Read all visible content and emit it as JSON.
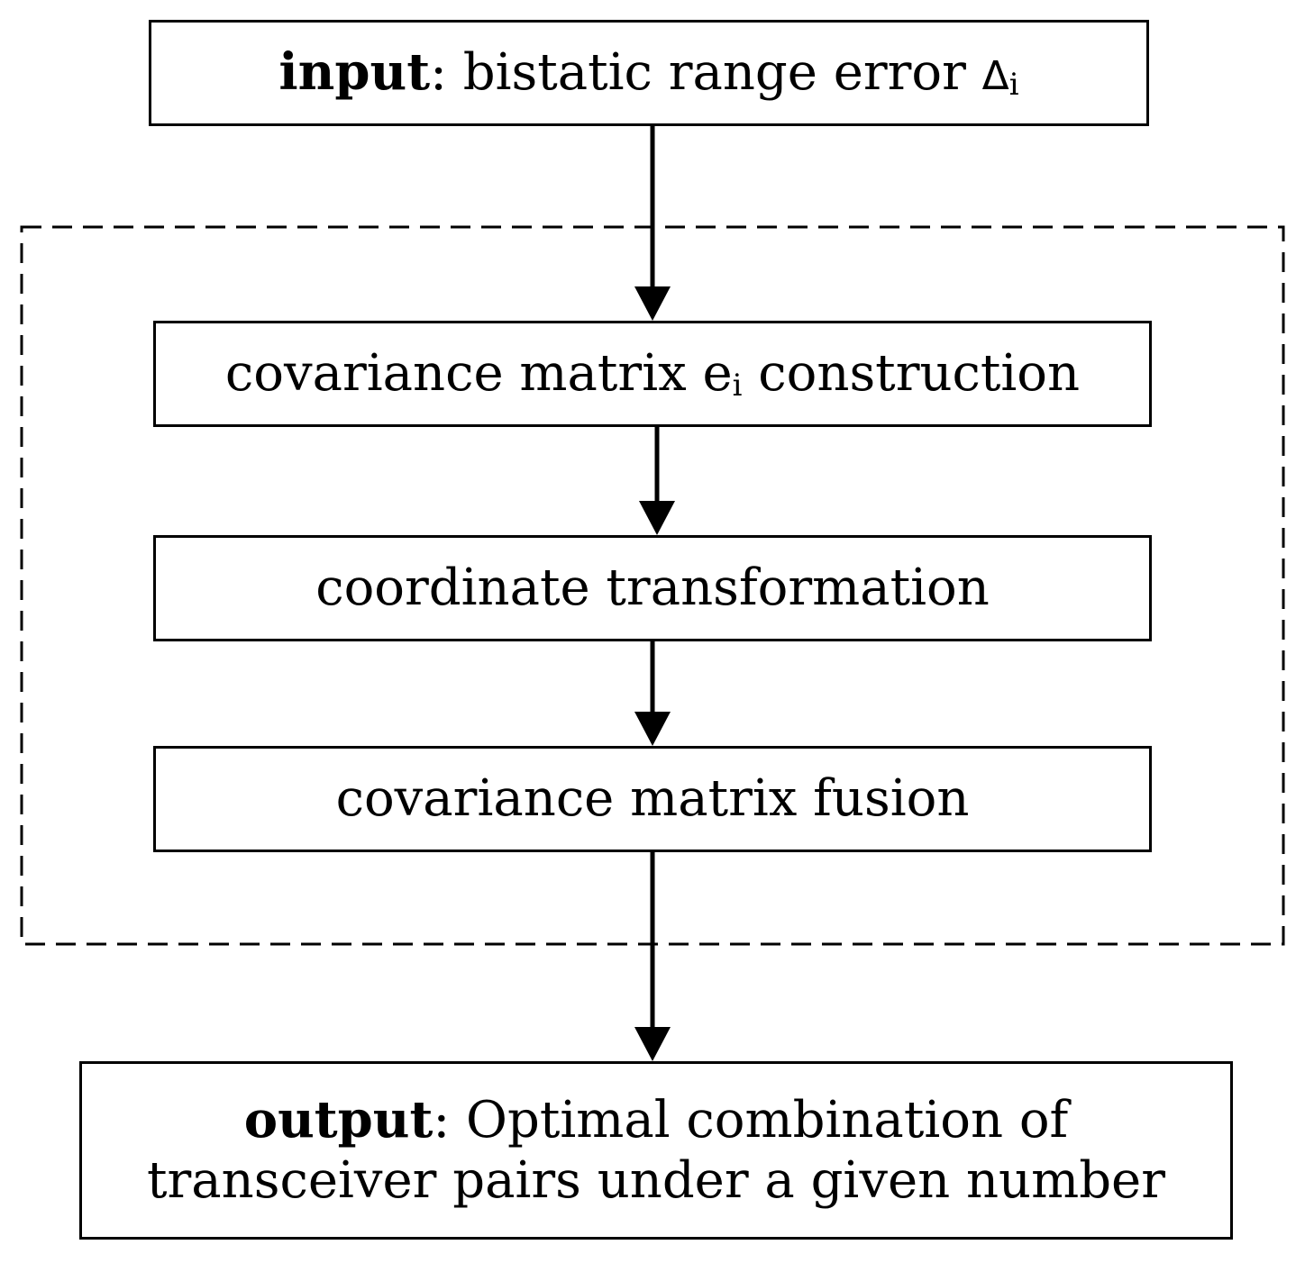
{
  "nodes": {
    "input": {
      "label_bold": "input",
      "label_rest": ": bistatic range error ",
      "symbol": "Δ",
      "subscript": "i"
    },
    "step1": {
      "label_before": "covariance matrix e",
      "subscript": "i",
      "label_after": " construction"
    },
    "step2": {
      "label": "coordinate transformation"
    },
    "step3": {
      "label": "covariance matrix fusion"
    },
    "output": {
      "label_bold": "output",
      "label_rest": ": Optimal combination of",
      "line2": "transceiver pairs under a given number"
    }
  },
  "edges": [
    {
      "from": "input",
      "to": "step1"
    },
    {
      "from": "step1",
      "to": "step2"
    },
    {
      "from": "step2",
      "to": "step3"
    },
    {
      "from": "step3",
      "to": "output"
    }
  ]
}
